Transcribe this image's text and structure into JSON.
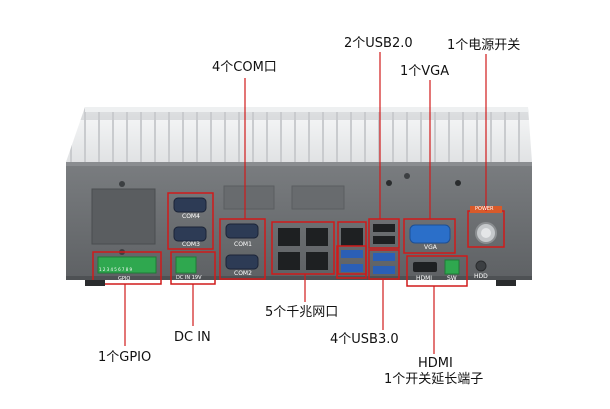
{
  "callouts": {
    "com": "4个COM口",
    "usb2": "2个USB2.0",
    "vga": "1个VGA",
    "power_switch": "1个电源开关",
    "lan": "5个千兆网口",
    "dc_in": "DC IN",
    "gpio": "1个GPIO",
    "usb3": "4个USB3.0",
    "hdmi_line1": "HDMI",
    "hdmi_line2": "1个开关延长端子"
  },
  "panel_text": {
    "com4": "COM4",
    "com3": "COM3",
    "com1": "COM1",
    "com2": "COM2",
    "vga": "VGA",
    "power": "POWER",
    "hdmi": "HDMI",
    "sw": "SW",
    "hdd": "HDD",
    "dc_in": "DC IN 19V",
    "gpio": "GPIO",
    "gpio_pins": "1 2 3 4 5 6 7 8 9"
  },
  "colors": {
    "callout_line": "#d01a1a",
    "chassis_top": "#e6e7e9",
    "chassis_face": "#6d7073",
    "terminal_block": "#2fa84f"
  }
}
